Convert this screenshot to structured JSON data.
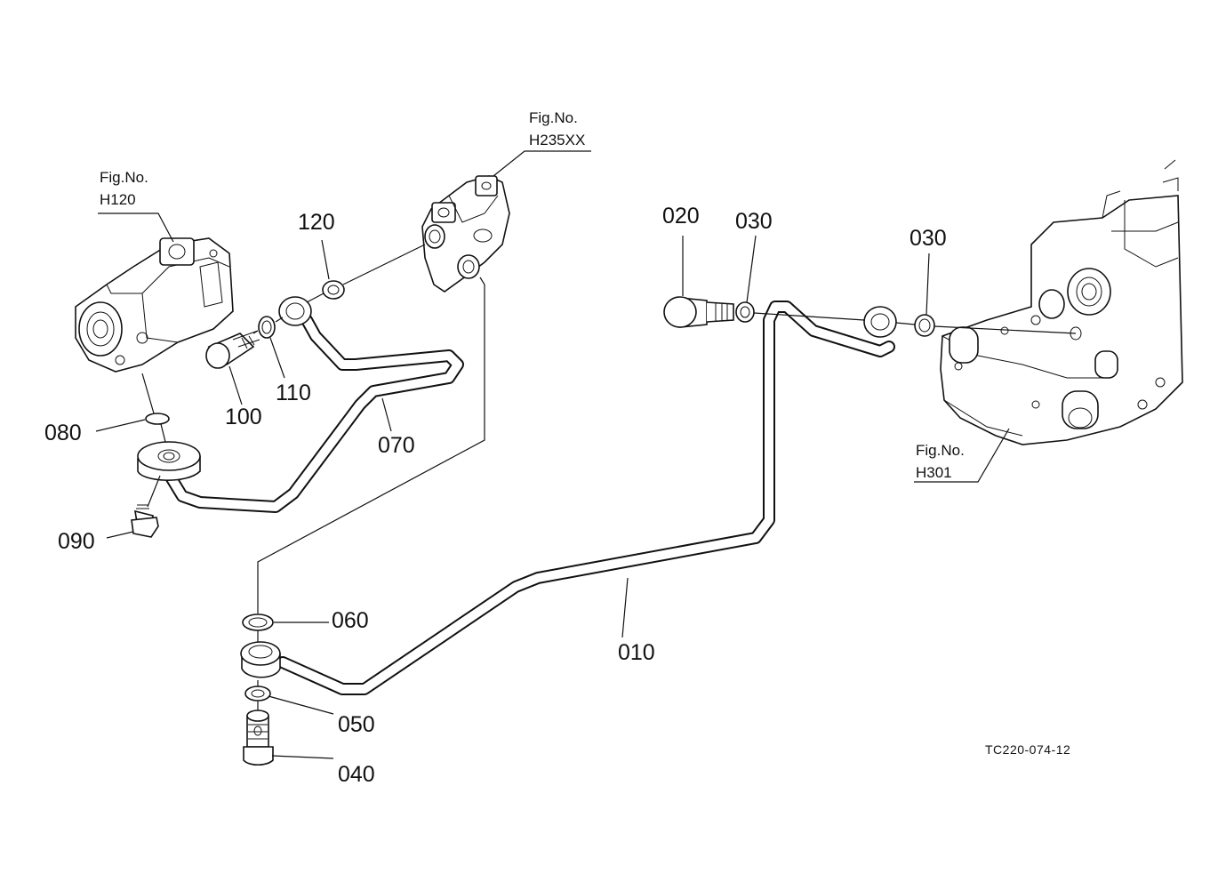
{
  "fig_refs": [
    {
      "line1": "Fig.No.",
      "line2": "H120"
    },
    {
      "line1": "Fig.No.",
      "line2": "H235XX"
    },
    {
      "line1": "Fig.No.",
      "line2": "H301"
    }
  ],
  "part_labels": [
    "010",
    "020",
    "030",
    "030",
    "040",
    "050",
    "060",
    "070",
    "080",
    "090",
    "100",
    "110",
    "120"
  ],
  "drawing_code": "TC220-074-12"
}
